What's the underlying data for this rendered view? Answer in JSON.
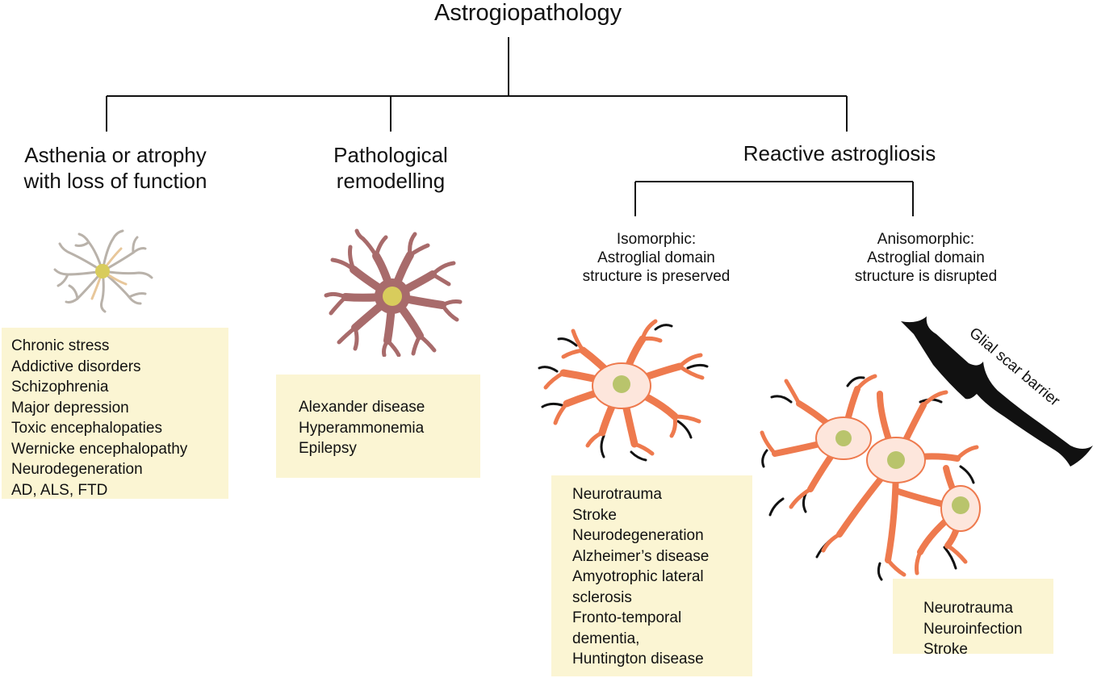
{
  "title": "Astrogiopathology",
  "categories": {
    "asthenia": "Asthenia or atrophy\nwith loss of function",
    "remodelling": "Pathological\nremodelling",
    "reactive": "Reactive astrogliosis"
  },
  "subcategories": {
    "isomorphic": "Isomorphic:\nAstroglial domain\nstructure is preserved",
    "anisomorphic": "Anisomorphic:\nAstroglial domain\nstructure is disrupted"
  },
  "scar_label": "Glial scar barrier",
  "lists": {
    "asthenia": [
      "Chronic stress",
      "Addictive disorders",
      "Schizophrenia",
      "Major depression",
      "Toxic encephalopaties",
      "Wernicke encephalopathy",
      "Neurodegeneration",
      "AD, ALS, FTD"
    ],
    "remodelling": [
      "Alexander disease",
      "Hyperammonemia",
      "Epilepsy"
    ],
    "isomorphic": [
      "Neurotrauma",
      "Stroke",
      "Neurodegeneration",
      "Alzheimer’s disease",
      "Amyotrophic lateral",
      "sclerosis",
      "Fronto-temporal",
      "dementia,",
      "Huntington disease"
    ],
    "anisomorphic": [
      "Neurotrauma",
      "Neuroinfection",
      "Stroke"
    ]
  },
  "colors": {
    "box_fill": "#fbf5d3",
    "atrophic_process": "#b9b2aa",
    "atrophic_accent": "#e8c79a",
    "remodelled_process": "#a86b6b",
    "reactive_process": "#ee7a4e",
    "reactive_fill": "#fde6dc",
    "nucleus_yellow": "#d8cc5c",
    "nucleus_green": "#b9c46c"
  }
}
